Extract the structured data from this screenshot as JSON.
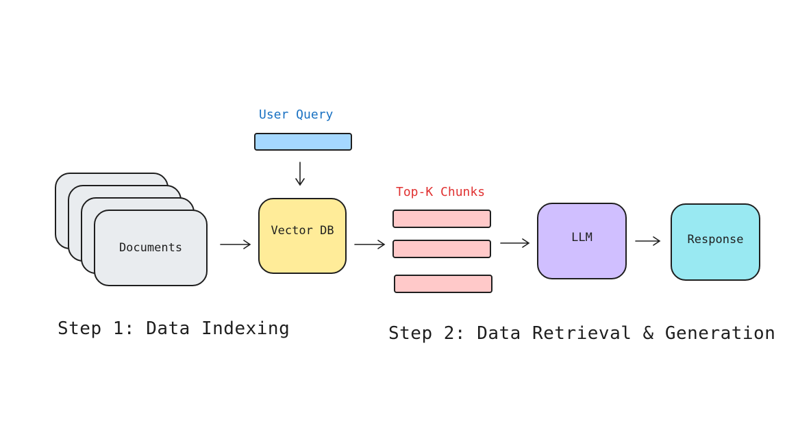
{
  "nodes": {
    "documents": "Documents",
    "vector_db": "Vector DB",
    "llm": "LLM",
    "response": "Response"
  },
  "labels": {
    "user_query": "User Query",
    "top_k": "Top-K Chunks"
  },
  "steps": {
    "step1": "Step 1: Data Indexing",
    "step2": "Step 2: Data Retrieval & Generation"
  },
  "colors": {
    "documents_fill": "#e9ecef",
    "vector_db_fill": "#ffec99",
    "user_query_fill": "#a5d8ff",
    "chunk_fill": "#ffc9c9",
    "llm_fill": "#d0bfff",
    "response_fill": "#99e9f2",
    "user_query_text": "#1971c2",
    "top_k_text": "#e03131"
  },
  "chunks": [
    "",
    "",
    ""
  ]
}
